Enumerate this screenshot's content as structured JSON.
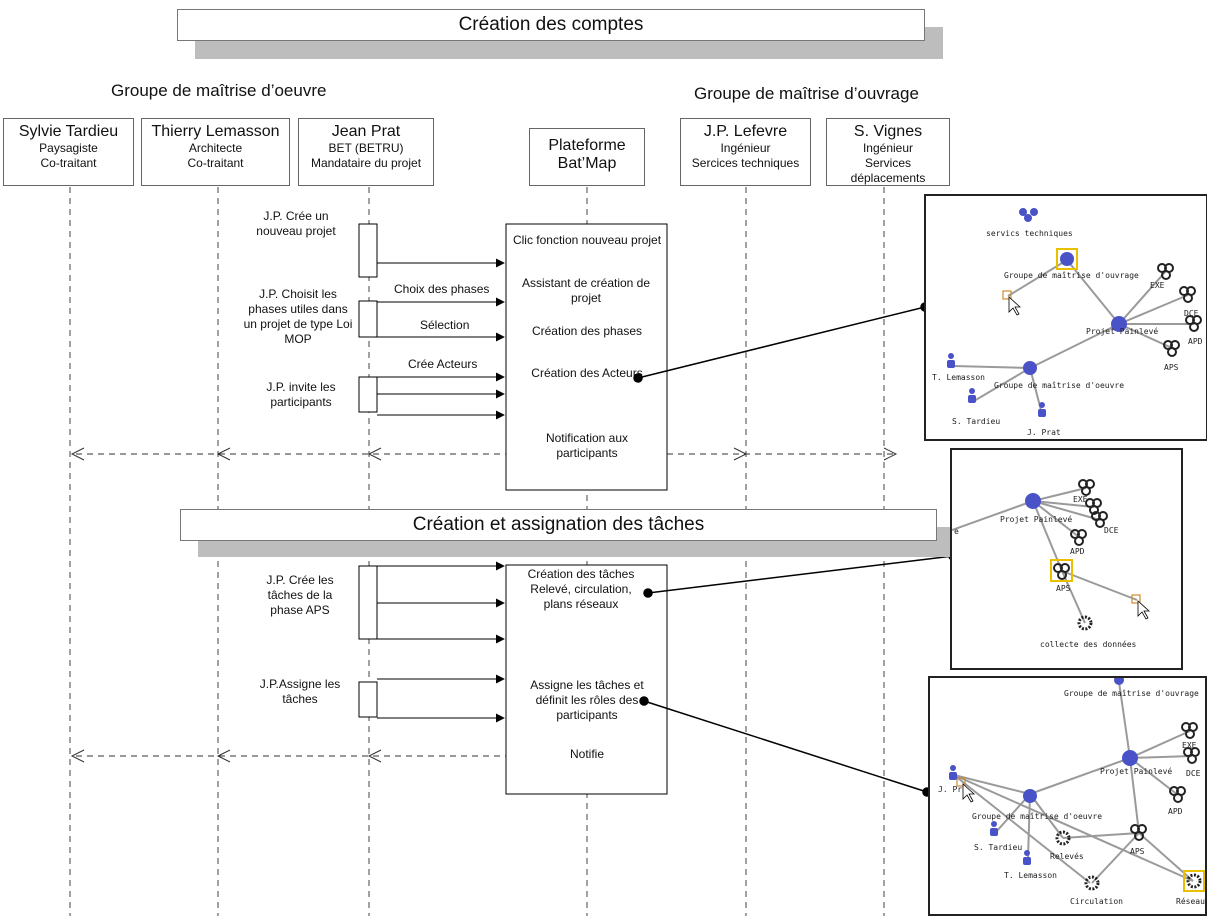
{
  "section1": {
    "title": "Création des comptes"
  },
  "section2": {
    "title": "Création et assignation des tâches"
  },
  "groups": {
    "oeuvre": "Groupe de maîtrise d’oeuvre",
    "ouvrage": "Groupe de maîtrise d’ouvrage"
  },
  "actors": [
    {
      "name": "Sylvie Tardieu",
      "role1": "Paysagiste",
      "role2": "Co-traitant"
    },
    {
      "name": "Thierry Lemasson",
      "role1": "Architecte",
      "role2": "Co-traitant"
    },
    {
      "name": "Jean Prat",
      "role1": "BET (BETRU)",
      "role2": "Mandataire du projet"
    },
    {
      "name": "Plateforme",
      "role1": "Bat’Map",
      "role2": ""
    },
    {
      "name": "J.P. Lefevre",
      "role1": "Ingénieur",
      "role2": "Sercices techniques"
    },
    {
      "name": "S. Vignes",
      "role1": "Ingénieur",
      "role2": "Services déplacements"
    }
  ],
  "notes": [
    "J.P. Crée un nouveau projet",
    "J.P. Choisit les phases utiles dans un projet de type Loi MOP",
    "J.P. invite les participants",
    "J.P. Crée les tâches de la phase APS",
    "J.P.Assigne les tâches"
  ],
  "messages": [
    "Choix des phases",
    "Sélection",
    "Crée Acteurs"
  ],
  "platform_steps": [
    "Clic fonction nouveau projet",
    "Assistant de création de projet",
    "Création des phases",
    "Création des Acteurs",
    "Notification aux participants",
    "Création des tâches Relevé, circulation, plans réseaux",
    "Assigne les tâches et définit les rôles des participants",
    "Notifie"
  ],
  "panel1": {
    "labels": [
      "servics techniques",
      "Groupe de maîtrise d'ouvrage",
      "EXE",
      "DCE",
      "APD",
      "Projet Painlevé",
      "APS",
      "T. Lemasson",
      "Groupe de maîtrise d'oeuvre",
      "S. Tardieu",
      "J. Prat"
    ]
  },
  "panel2": {
    "labels": [
      "Projet Painlevé",
      "EXE",
      "DCE",
      "APD",
      "APS",
      "collecte des données",
      "e"
    ]
  },
  "panel3": {
    "labels": [
      "Groupe de maîtrise d'ouvrage",
      "EXE",
      "Projet Painlevé",
      "DCE",
      "J. Pr",
      "Groupe de maîtrise d'oeuvre",
      "APD",
      "S. Tardieu",
      "Relevés",
      "APS",
      "T. Lemasson",
      "Circulation",
      "Réseaux"
    ]
  },
  "colors": {
    "node_blue": "#4a52c8",
    "highlight": "#e8c000",
    "arrow": "#000000"
  }
}
